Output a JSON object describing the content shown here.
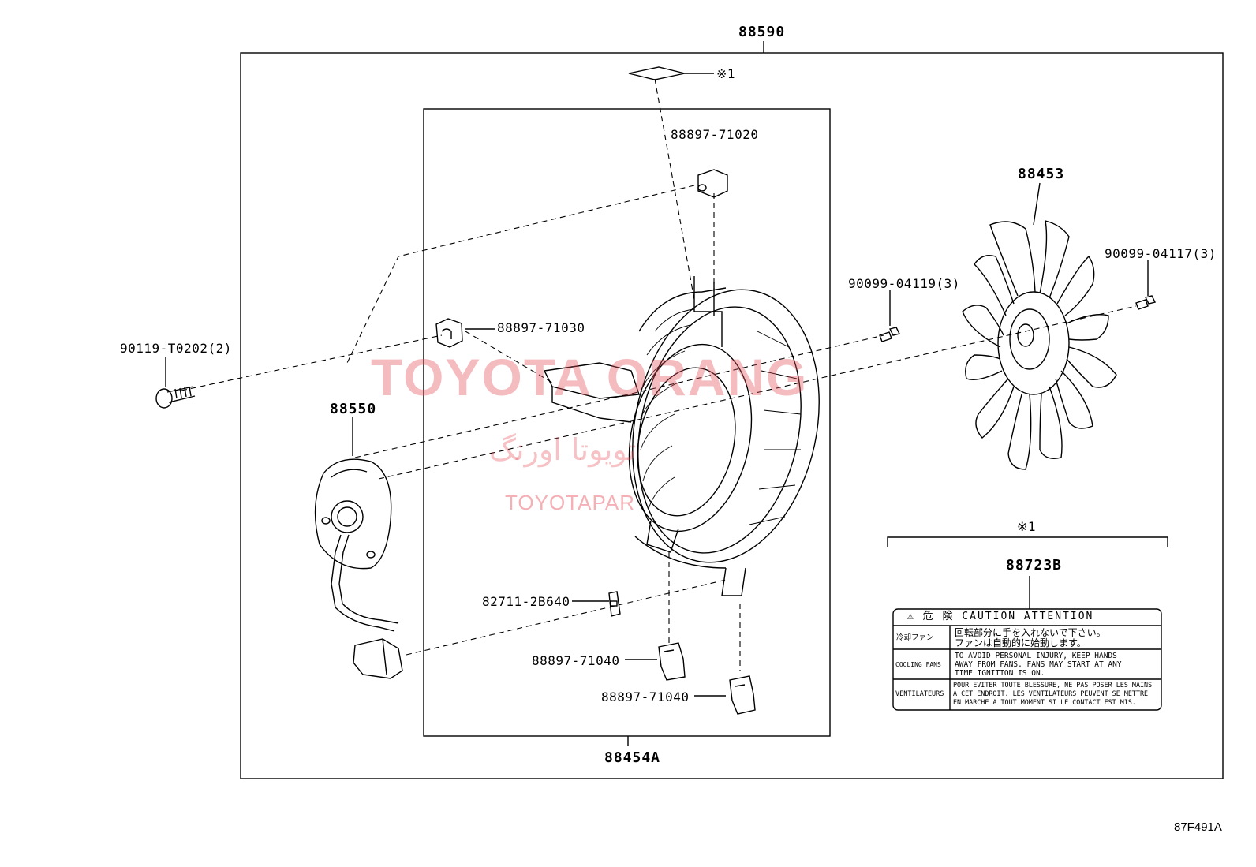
{
  "parts": {
    "assembly": "88590",
    "shroud": "88454A",
    "label_mark": "※1",
    "bracket_note": "※1",
    "cushion_top": "88897-71020",
    "cushion_left": "88897-71030",
    "screw_left": "90119-T0202(2)",
    "motor": "88550",
    "fan": "88453",
    "screw_fan": "90099-04117(3)",
    "screw_motor": "90099-04119(3)",
    "connector": "82711-2B640",
    "clip_1": "88897-71040",
    "clip_2": "88897-71040",
    "caution_label": "88723B"
  },
  "caution_plate": {
    "header": "⚠ 危 険 CAUTION ATTENTION",
    "row1_title": "冷却ファン",
    "row1_text_1": "回転部分に手を入れないで下さい。",
    "row1_text_2": "ファンは自動的に始動します。",
    "row2_title": "COOLING FANS",
    "row2_text_1": "TO AVOID PERSONAL INJURY, KEEP HANDS",
    "row2_text_2": "AWAY FROM FANS. FANS MAY START AT ANY",
    "row2_text_3": "TIME IGNITION IS ON.",
    "row3_title": "VENTILATEURS",
    "row3_text_1": "POUR EVITER TOUTE BLESSURE, NE PAS POSER LES MAINS",
    "row3_text_2": "A CET ENDROIT. LES VENTILATEURS PEUVENT SE METTRE",
    "row3_text_3": "EN MARCHE A TOUT MOMENT SI LE CONTACT EST MIS."
  },
  "watermark": {
    "line1": "TOYOTA ORANG",
    "line2": "تويوتا اورنگ",
    "line3": "TOYOTAPAR"
  },
  "figure_number": "87F491A"
}
